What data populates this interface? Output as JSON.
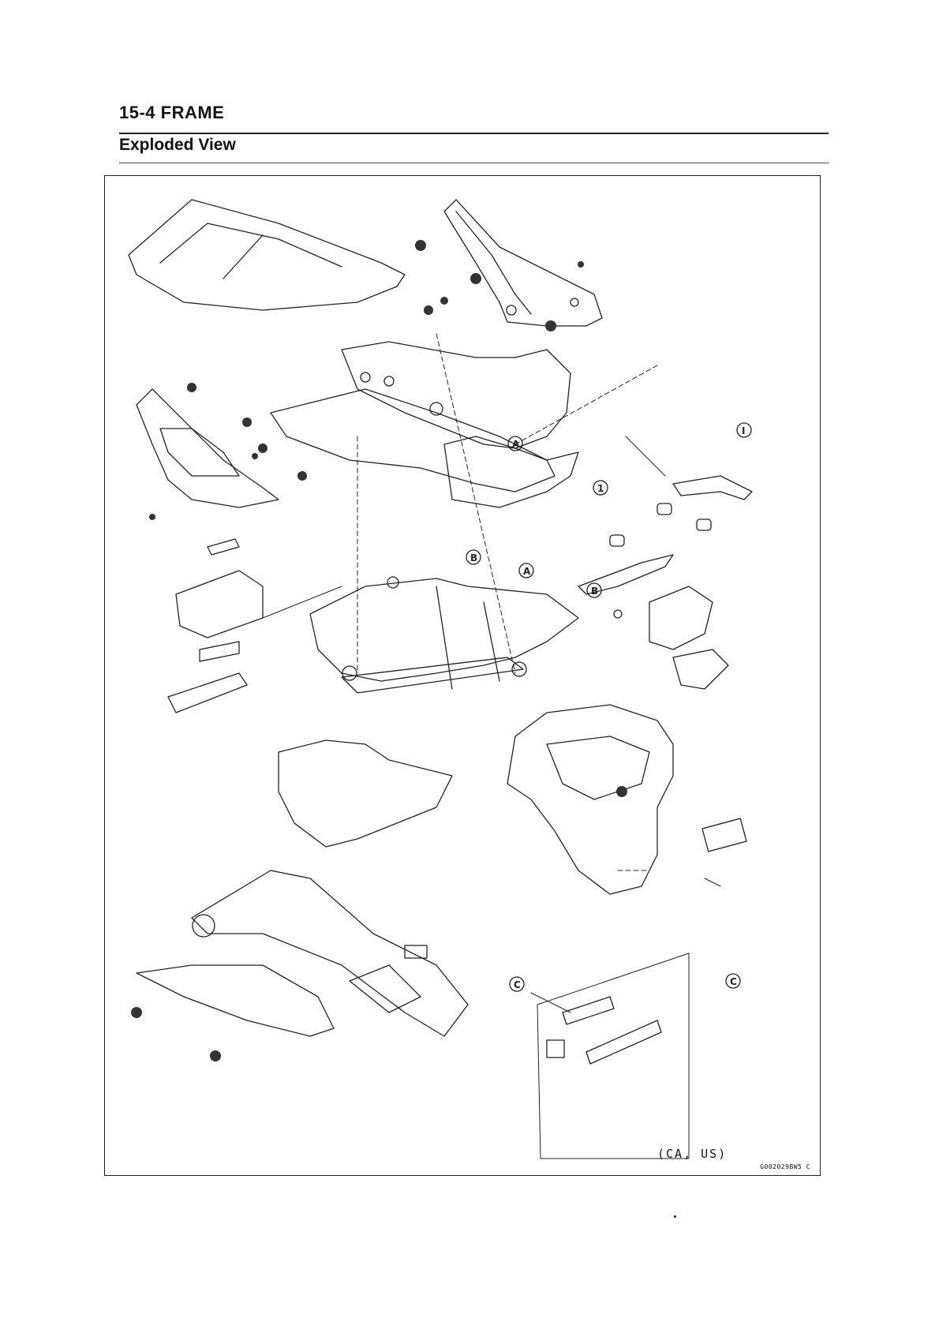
{
  "header": {
    "section": "15-4 FRAME"
  },
  "title": "Exploded View",
  "figure": {
    "code": "G002029BW5 C",
    "variant_note": "(CA, US)",
    "callouts": {
      "a": "A",
      "b": "B",
      "c": "C",
      "i": "I",
      "one": "1"
    }
  }
}
